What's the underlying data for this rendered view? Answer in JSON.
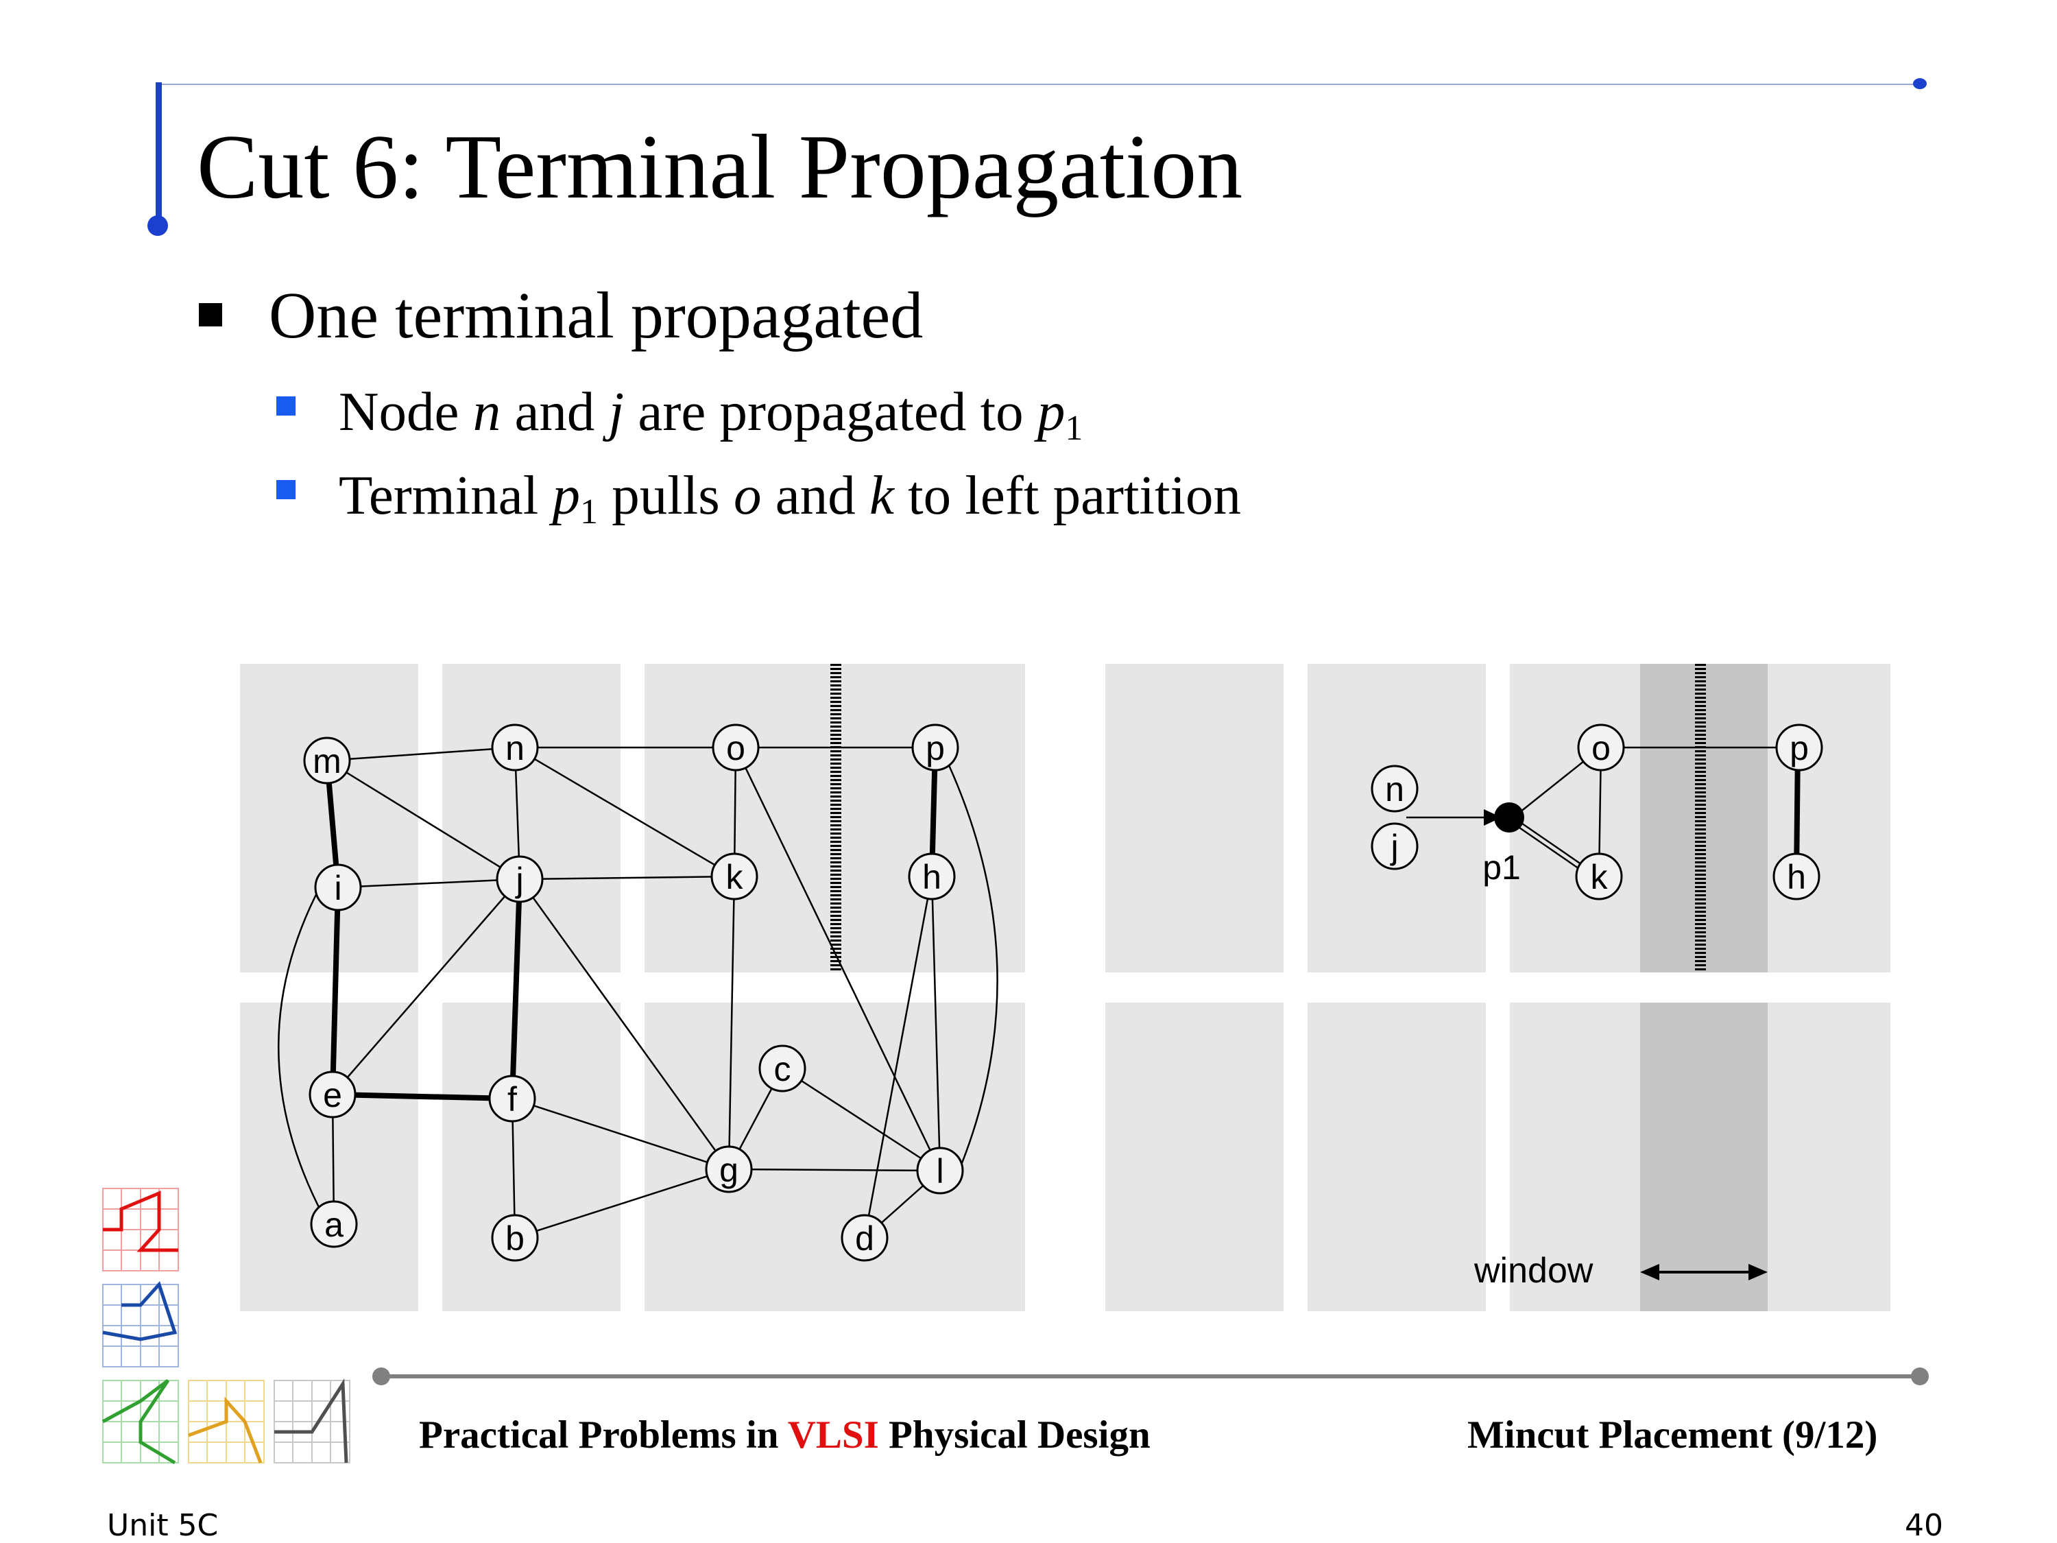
{
  "slide": {
    "title": "Cut 6: Terminal Propagation",
    "bullet": "One terminal propagated",
    "sub_bullets": [
      {
        "pre": "Node ",
        "v1": "n",
        "mid": " and ",
        "v2": "j",
        "post": " are propagated to ",
        "v3": "p",
        "sub": "1",
        "tail": ""
      },
      {
        "pre": "Terminal ",
        "v1": "p",
        "sub": "1",
        "mid": " pulls ",
        "v2": "o",
        "mid2": " and ",
        "v3": "k",
        "tail": " to left partition"
      }
    ]
  },
  "figure": {
    "left_nodes": [
      "m",
      "n",
      "o",
      "p",
      "i",
      "j",
      "k",
      "h",
      "e",
      "f",
      "c",
      "g",
      "l",
      "a",
      "b",
      "d"
    ],
    "right_nodes": [
      "n",
      "j",
      "o",
      "k",
      "p",
      "h"
    ],
    "terminal_label": "p1",
    "window_label": "window"
  },
  "footer": {
    "book_pre": "Practical Problems in ",
    "book_vlsi": "VLSI",
    "book_post": " Physical Design",
    "section": "Mincut Placement (9/12)"
  },
  "unit": "Unit 5C",
  "page_number": "40",
  "colors": {
    "accent_blue": "#1b3fcf",
    "sub_bullet_blue": "#1a5cf2",
    "vlsi_red": "#e01010",
    "panel_gray": "#e6e6e6",
    "window_gray": "#c8c8c8"
  }
}
